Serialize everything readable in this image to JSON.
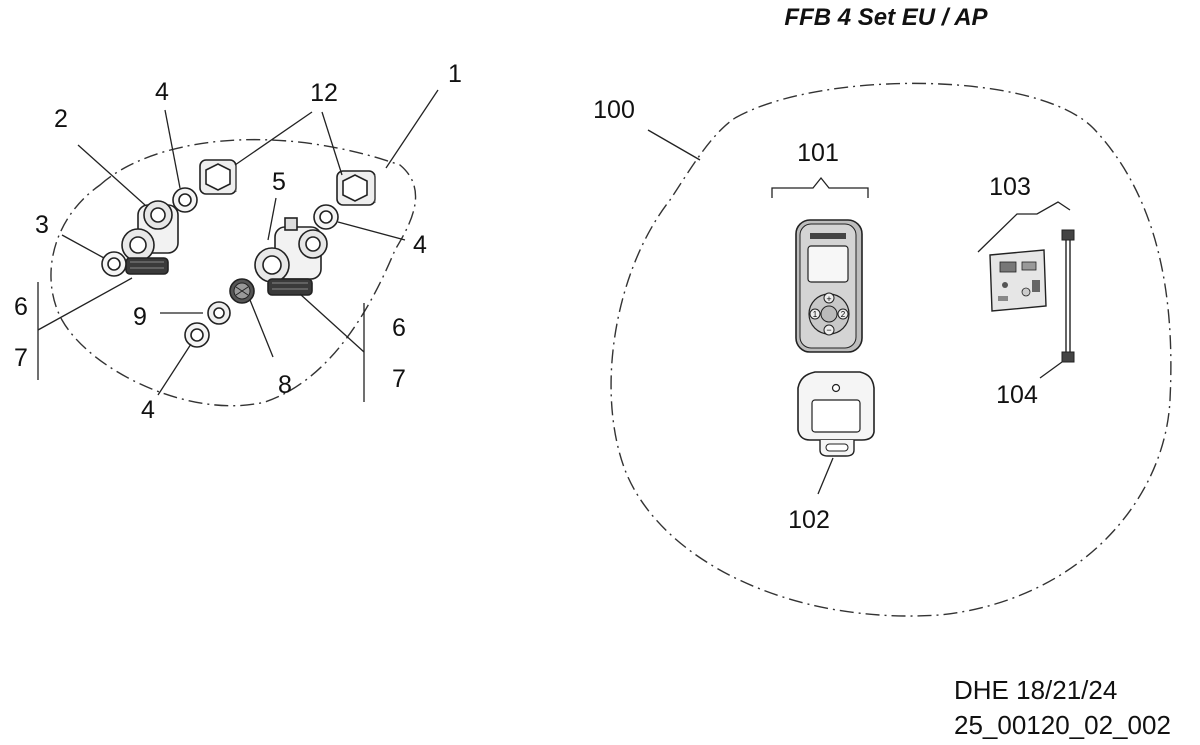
{
  "title": "FFB 4 Set EU / AP",
  "doc_model": "DHE 18/21/24",
  "doc_number": "25_00120_02_002",
  "callouts": {
    "c1": "1",
    "c2": "2",
    "c3": "3",
    "c4a": "4",
    "c4b": "4",
    "c4c": "4",
    "c5": "5",
    "c6a": "6",
    "c6b": "6",
    "c7a": "7",
    "c7b": "7",
    "c8": "8",
    "c9": "9",
    "c12": "12",
    "c100": "100",
    "c101": "101",
    "c102": "102",
    "c103": "103",
    "c104": "104"
  },
  "remote_buttons": {
    "plus": "+",
    "minus": "−",
    "one": "1",
    "two": "2"
  }
}
